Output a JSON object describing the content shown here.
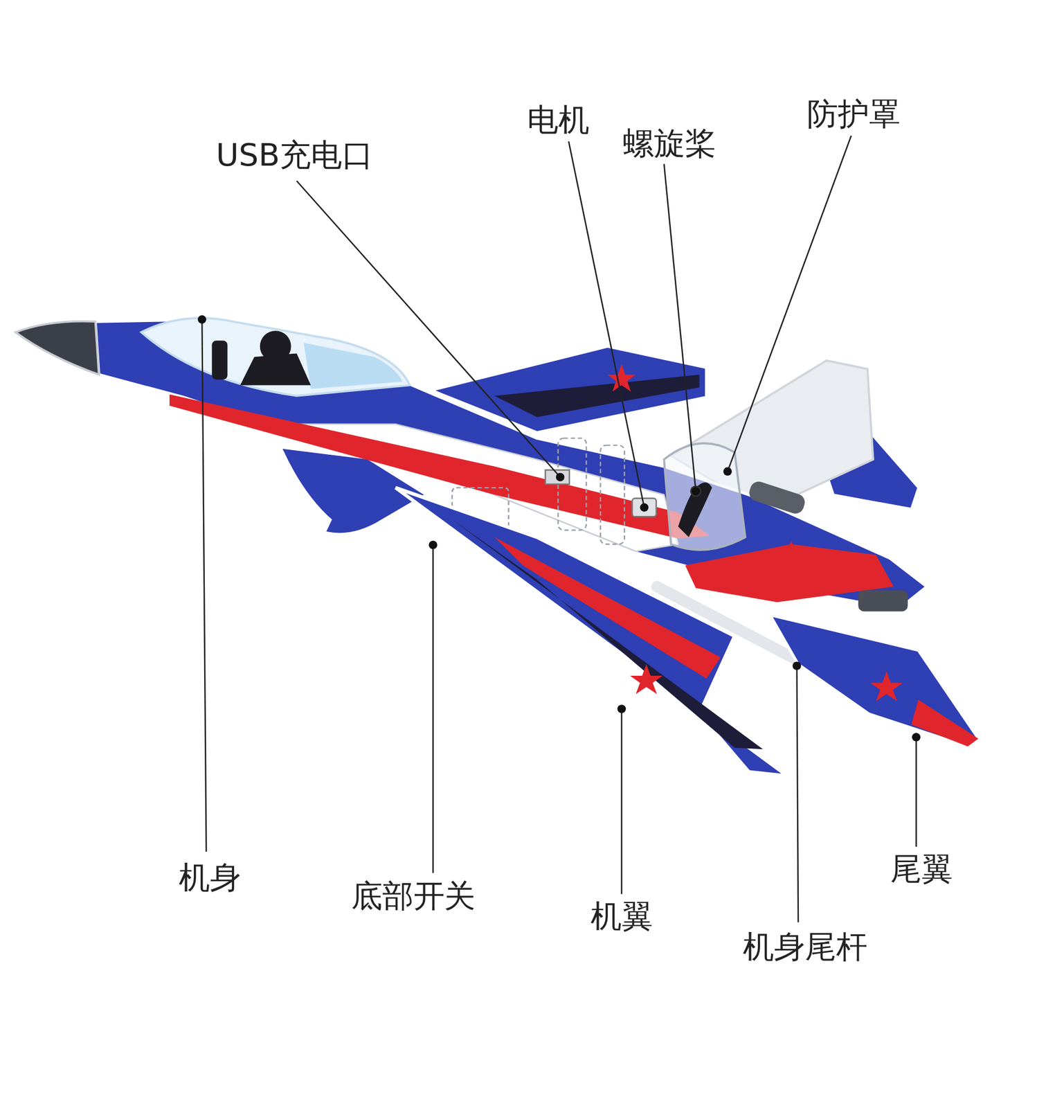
{
  "diagram": {
    "labels": [
      "USB充电口",
      "电机",
      "螺旋桨",
      "防护罩",
      "机身",
      "底部开关",
      "机翼",
      "机身尾杆",
      "尾翼"
    ]
  }
}
